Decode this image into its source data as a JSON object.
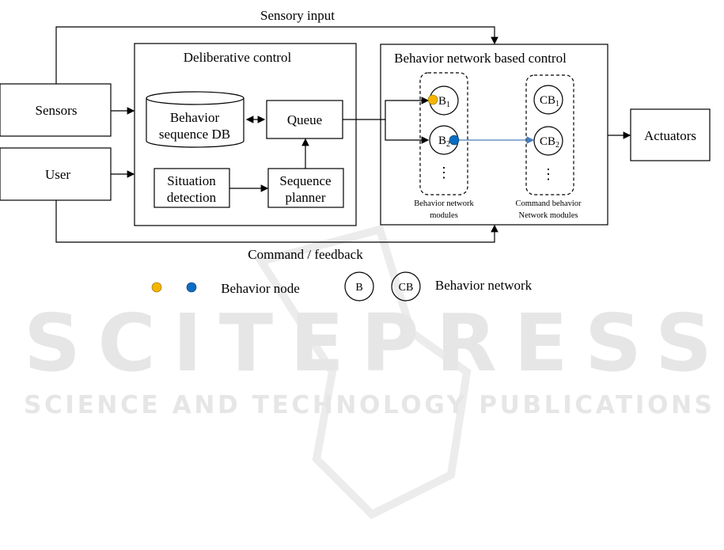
{
  "labels": {
    "sensory_input": "Sensory input",
    "command_feedback": "Command / feedback",
    "sensors": "Sensors",
    "user": "User",
    "deliberative_control": "Deliberative  control",
    "db_line1": "Behavior",
    "db_line2": "sequence DB",
    "queue": "Queue",
    "situation_line1": "Situation",
    "situation_line2": "detection",
    "planner_line1": "Sequence",
    "planner_line2": "planner",
    "bn_control": "Behavior network based control",
    "b1": "B",
    "b1_sub": "1",
    "b2": "B",
    "b2_sub": "2",
    "cb1": "CB",
    "cb1_sub": "1",
    "cb2": "CB",
    "cb2_sub": "2",
    "ellipsis": "⋮",
    "bn_modules_1": "Behavior network",
    "bn_modules_2": "modules",
    "cb_modules_1": "Command behavior",
    "cb_modules_2": "Network modules",
    "actuators": "Actuators"
  },
  "legend": {
    "behavior_node": "Behavior node",
    "b": "B",
    "cb": "CB",
    "behavior_network": "Behavior network"
  },
  "colors": {
    "node_orange": "#f5b400",
    "node_blue": "#0b6ec2",
    "link_blue": "#4a7ebb"
  },
  "watermark": {
    "title": "SCITEPRESS",
    "subtitle": "SCIENCE AND TECHNOLOGY PUBLICATIONS"
  }
}
